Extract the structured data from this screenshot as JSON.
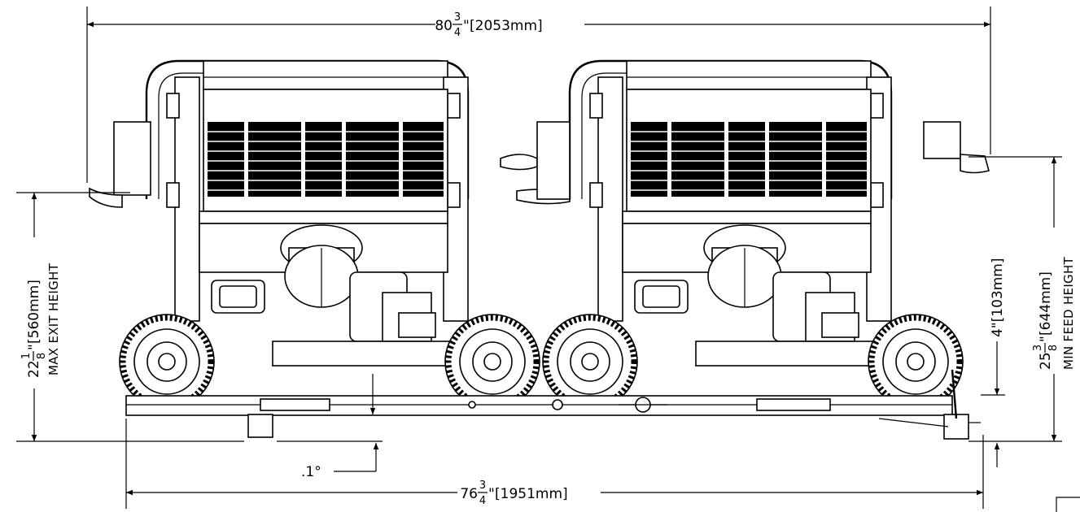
{
  "dimensions": {
    "overall_width": {
      "whole": "80",
      "num": "3",
      "den": "4",
      "unit": "\"",
      "metric": "[2053mm]"
    },
    "wheelbase_width": {
      "whole": "76",
      "num": "3",
      "den": "4",
      "unit": "\"",
      "metric": "[1951mm]"
    },
    "max_exit_height": {
      "whole": "22",
      "num": "1",
      "den": "8",
      "unit": "\"",
      "metric": "[560mm]",
      "label": "MAX EXIT HEIGHT"
    },
    "min_feed_height": {
      "whole": "25",
      "num": "3",
      "den": "8",
      "unit": "\"",
      "metric": "[644mm]",
      "label": "MIN FEED HEIGHT"
    },
    "frame_offset": {
      "text": "4\"[103mm]"
    },
    "angle": {
      "text": ".1°"
    }
  }
}
